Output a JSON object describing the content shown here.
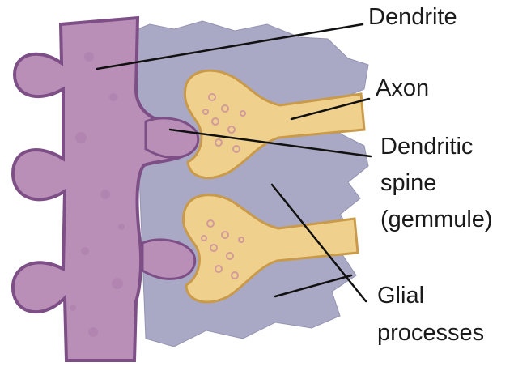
{
  "labels": {
    "dendrite": "Dendrite",
    "axon": "Axon",
    "spine_line1": "Dendritic",
    "spine_line2": "spine",
    "spine_line3": "(gemmule)",
    "glial_line1": "Glial",
    "glial_line2": "processes"
  },
  "colors": {
    "dendrite": "#b98fb8",
    "dendrite_edge": "#7d4f86",
    "glia": "#a9a9c6",
    "axon": "#efd08d",
    "axon_edge": "#c99a4a",
    "vesicle": "#d29a9a",
    "leader_line": "#111111",
    "text": "#1a1a1a"
  }
}
